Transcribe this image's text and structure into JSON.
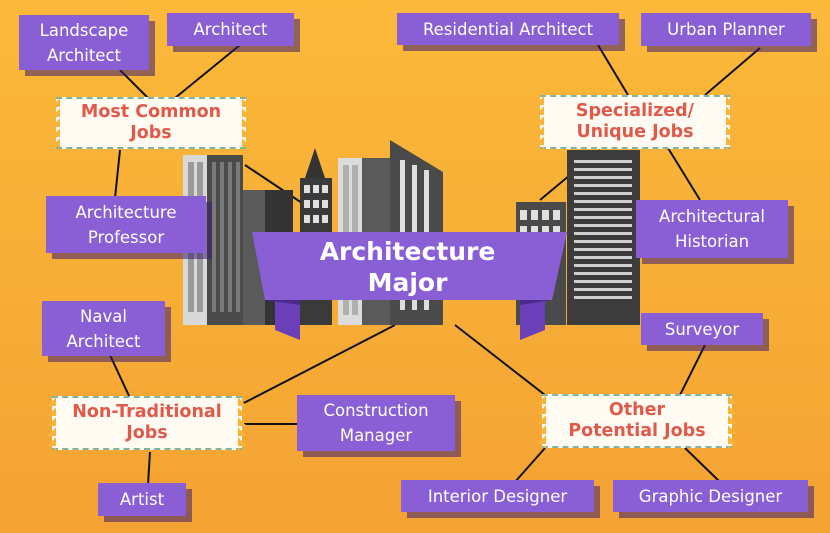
{
  "center": {
    "line1": "Architecture",
    "line2": "Major"
  },
  "categories": {
    "most_common": {
      "line1": "Most Common",
      "line2": "Jobs"
    },
    "specialized": {
      "line1": "Specialized/",
      "line2": "Unique Jobs"
    },
    "non_traditional": {
      "line1": "Non-Traditional",
      "line2": "Jobs"
    },
    "other": {
      "line1": "Other",
      "line2": "Potential Jobs"
    }
  },
  "jobs": {
    "landscape_architect": {
      "line1": "Landscape",
      "line2": "Architect"
    },
    "architect": "Architect",
    "architecture_professor": {
      "line1": "Architecture",
      "line2": "Professor"
    },
    "residential_architect": "Residential Architect",
    "urban_planner": "Urban Planner",
    "architectural_historian": {
      "line1": "Architectural",
      "line2": "Historian"
    },
    "naval_architect": {
      "line1": "Naval",
      "line2": "Architect"
    },
    "construction_manager": {
      "line1": "Construction",
      "line2": "Manager"
    },
    "artist": "Artist",
    "surveyor": "Surveyor",
    "interior_designer": "Interior Designer",
    "graphic_designer": "Graphic Designer"
  },
  "colors": {
    "background": "#f7b035",
    "job_box": "#8a5fd6",
    "category_text": "#e05a4b",
    "ribbon": "#8a5fd6",
    "building_dark": "#3a3a3a",
    "building_light": "#d7d7d7"
  }
}
